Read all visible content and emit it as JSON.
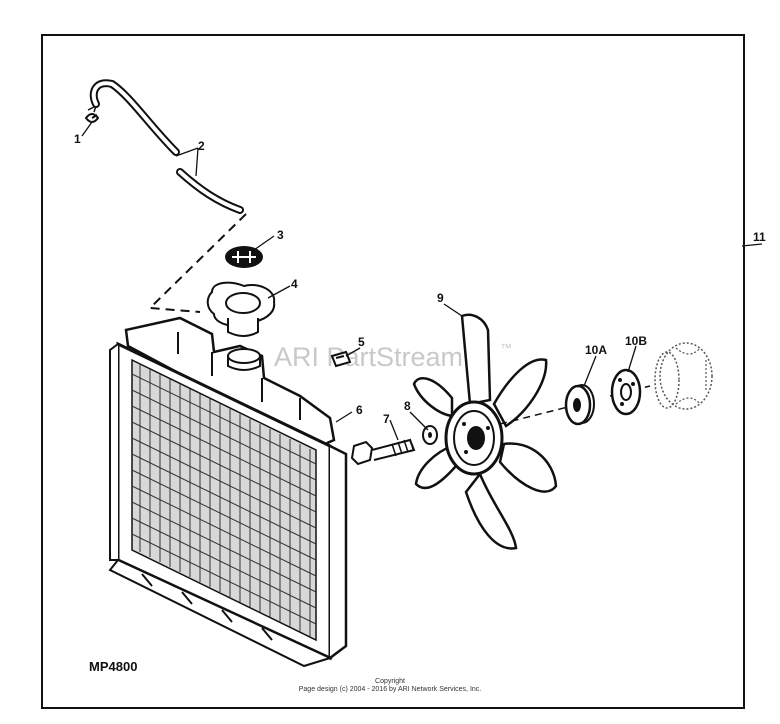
{
  "diagram_code": "MP4800",
  "watermark": "ARI PartStream",
  "watermark_mark": "™",
  "footer": {
    "copyright": "Copyright",
    "page_design": "Page design (c) 2004 - 2016 by ARI Network Services, Inc."
  },
  "callouts": {
    "c1": "1",
    "c2": "2",
    "c3": "3",
    "c4": "4",
    "c5": "5",
    "c6": "6",
    "c7": "7",
    "c8": "8",
    "c9": "9",
    "c10a": "10A",
    "c10b": "10B",
    "c11": "11"
  }
}
